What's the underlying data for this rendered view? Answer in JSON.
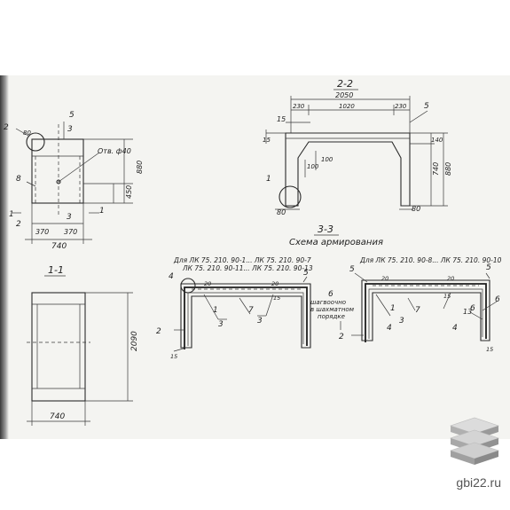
{
  "watermark": {
    "site": "gbi22.ru",
    "logo_icon": "stacked-slabs-icon"
  },
  "sections": {
    "s22": "2-2",
    "s33": "3-3",
    "s11": "1-1",
    "scheme": "Схема армирования"
  },
  "front_view": {
    "mark_2a": "2",
    "mark_80": "80",
    "mark_5": "5",
    "mark_3a": "3",
    "hole": "Отв. ф40",
    "mark_8": "8",
    "dim_880": "880",
    "dim_450": "450",
    "mark_1a": "1",
    "mark_1b": "1",
    "mark_2b": "2",
    "mark_3b": "3",
    "dim_370a": "370",
    "dim_370b": "370",
    "dim_740": "740"
  },
  "section_11": {
    "dim_2090": "2090",
    "dim_740": "740"
  },
  "section_22": {
    "dim_2050": "2050",
    "dim_230a": "230",
    "dim_1020": "1020",
    "dim_230b": "230",
    "mark_5": "5",
    "mark_15": "15",
    "mark_15b": "15",
    "dim_140": "140",
    "dim_740": "740",
    "dim_880": "880",
    "dim_100a": "100",
    "dim_100b": "100",
    "mark_1": "1",
    "dim_80a": "80",
    "dim_80b": "80"
  },
  "reinforcement_left": {
    "title1": "Для ЛК 75. 210. 90-1... ЛК 75. 210. 90-7",
    "title2": "ЛК 75. 210. 90-11... ЛК 75. 210. 90-13",
    "m4": "4",
    "m20a": "20",
    "m1": "1",
    "m3": "3",
    "m7": "7",
    "m3b": "3",
    "m20b": "20",
    "m5": "5",
    "m2": "2",
    "m15a": "15",
    "m15b": "15"
  },
  "reinforcement_right": {
    "title": "Для ЛК 75. 210. 90-8... ЛК 75. 210. 90-10",
    "m5a": "5",
    "m5b": "5",
    "m20a": "20",
    "m20b": "20",
    "m1": "1",
    "m3": "3",
    "m7": "7",
    "m13": "13",
    "m15a": "15",
    "m15b": "15",
    "m6a": "6",
    "m6b": "6",
    "m4": "4",
    "m4b": "4",
    "m2": "2"
  },
  "stagger_note": {
    "l1": "шагвоочно",
    "l2": "в шахматном",
    "l3": "порядке"
  }
}
